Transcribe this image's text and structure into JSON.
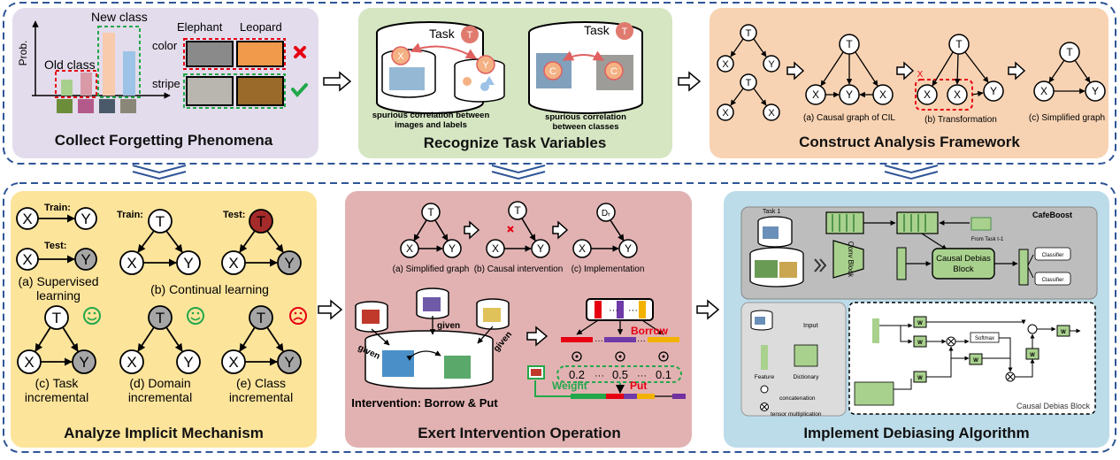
{
  "panels": {
    "collect": {
      "title": "Collect Forgetting Phenomena",
      "prob_label": "Prob.",
      "new_class": "New class",
      "old_class": "Old class",
      "elephant": "Elephant",
      "leopard": "Leopard",
      "color": "color",
      "stripe": "stripe"
    },
    "recognize": {
      "title": "Recognize Task Variables",
      "task_label": "Task",
      "caption_left_1": "spurious correlation between",
      "caption_left_2": "images and labels",
      "caption_right_1": "spurious correlation",
      "caption_right_2": "between classes"
    },
    "construct": {
      "title": "Construct Analysis Framework",
      "cap_a": "(a) Causal graph of CIL",
      "cap_b": "(b) Transformation",
      "cap_c": "(c) Simplified graph"
    },
    "analyze": {
      "title": "Analyze Implicit Mechanism",
      "train": "Train:",
      "test": "Test:",
      "cap_a_1": "(a) Supervised",
      "cap_a_2": "learning",
      "cap_b": "(b) Continual learning",
      "cap_c_1": "(c) Task",
      "cap_c_2": "incremental",
      "cap_d_1": "(d) Domain",
      "cap_d_2": "incremental",
      "cap_e_1": "(e) Class",
      "cap_e_2": "incremental"
    },
    "exert": {
      "title": "Exert Intervention Operation",
      "cap_a": "(a) Simplified graph",
      "cap_b": "(b) Causal intervention",
      "cap_c": "(c) Implementation",
      "given": "given",
      "intervention": "Intervention: Borrow & Put",
      "borrow": "Borrow",
      "weight": "Weight",
      "put": "Put",
      "w1": "0.2",
      "w2": "0.5",
      "w3": "0.1",
      "dots": "···"
    },
    "implement": {
      "title": "Implement Debiasing Algorithm",
      "brand": "CafeBoost",
      "task1": "Task 1",
      "from_task": "From Task t-1",
      "conv_block": "Conv Block",
      "causal_block_1": "Causal Debias",
      "causal_block_2": "Block",
      "classifier": "Classifier",
      "input": "Input",
      "feature": "Feature",
      "dictionary": "Dictionary",
      "concatenation": "concatenation",
      "tensor_mult": "tensor multiplication",
      "softmax": "Softmax",
      "w_label": "W",
      "block_caption": "Causal Debias Block"
    }
  },
  "nodes": {
    "T": "T",
    "X": "X",
    "Y": "Y",
    "C": "C"
  },
  "colors": {
    "panel_purple": "#e3dcec",
    "panel_green": "#d6e6c3",
    "panel_orange": "#f8d3b3",
    "panel_yellow": "#fde49b",
    "panel_pink": "#e2b2b2",
    "panel_blue": "#bcdce9",
    "dashed_border": "#2f5597",
    "red": "#e60012",
    "green": "#22a84a"
  }
}
